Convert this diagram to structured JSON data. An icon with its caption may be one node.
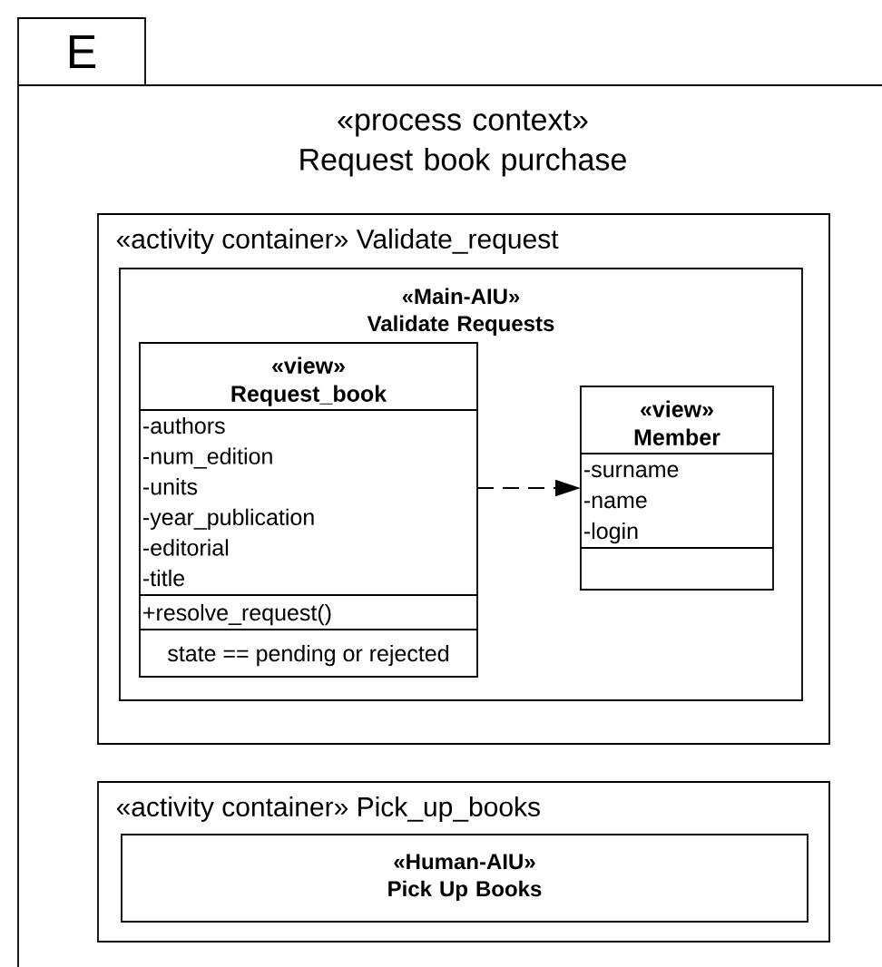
{
  "diagram": {
    "nodes": [
      {
        "text": [
          "E"
        ]
      },
      {
        "text": [
          "«process context» Request book purchase"
        ]
      },
      {
        "text": [
          "«activity container» Validate_request"
        ],
        "in": 1
      },
      {
        "text": [
          "«Main-AIU» Validate Requests"
        ],
        "in": 2
      },
      {
        "text": [
          "«view» Request_book",
          "-authors",
          "-num_edition",
          "-units",
          "-year_publication",
          "-editorial",
          "-title",
          "+resolve_request()",
          "state == pending or rejected"
        ],
        "in": 3
      },
      {
        "text": [
          "«view» Member",
          "-surname",
          "-name",
          "-login"
        ],
        "in": 3
      },
      {
        "text": [
          "«activity container» Pick_up_books"
        ],
        "in": 1
      },
      {
        "text": [
          "«Human-AIU» Pick Up Books"
        ],
        "in": 6
      }
    ],
    "edges": [
      {
        "from": 4,
        "to": 5,
        "arrow": "to",
        "style": "dashed"
      }
    ]
  }
}
